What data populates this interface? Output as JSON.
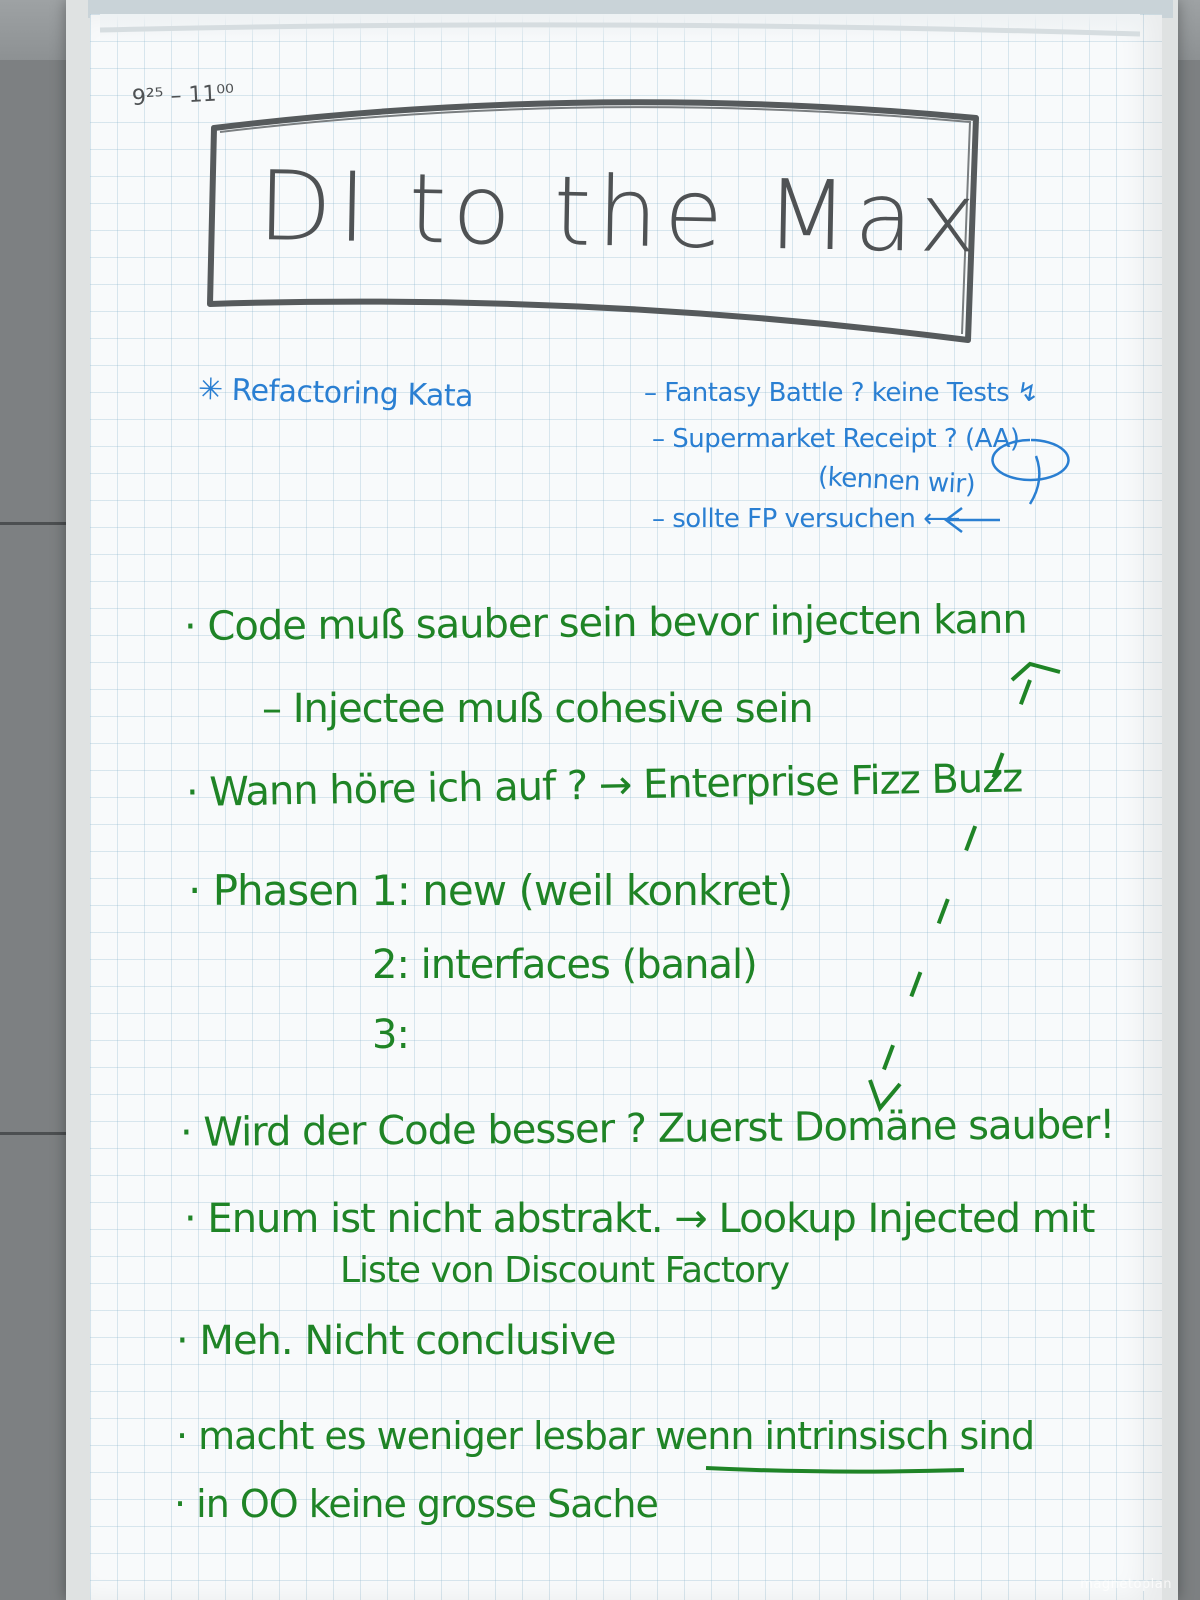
{
  "header": {
    "time": "9²⁵ – 11⁰⁰",
    "title": "DI to the Max"
  },
  "top_notes": {
    "left": "✳ Refactoring Kata",
    "right_lines": [
      "– Fantasy Battle ? keine Tests ↯",
      "– Supermarket Receipt ? (AA)",
      "(kennen wir)",
      "– sollte FP versuchen ⟵"
    ]
  },
  "notes": [
    "· Code muß sauber sein bevor injecten kann",
    "– Injectee muß cohesive sein",
    "· Wann höre ich auf ? → Enterprise Fizz Buzz",
    "· Phasen 1: new (weil konkret)",
    "2: interfaces (banal)",
    "3:",
    "· Wird der Code besser ? Zuerst Domäne sauber!",
    "· Enum ist nicht abstrakt. → Lookup Injected mit",
    "Liste von Discount Factory",
    "· Meh. Nicht conclusive",
    "· macht es weniger lesbar wenn intrinsisch sind",
    "· in OO keine grosse Sache"
  ],
  "brand": "magnetoplan",
  "colors": {
    "green_ink": "#1f8426",
    "blue_ink": "#2a7fd2",
    "black_ink": "#4f5254",
    "paper": "#f8fafb",
    "background": "#7d8082"
  }
}
